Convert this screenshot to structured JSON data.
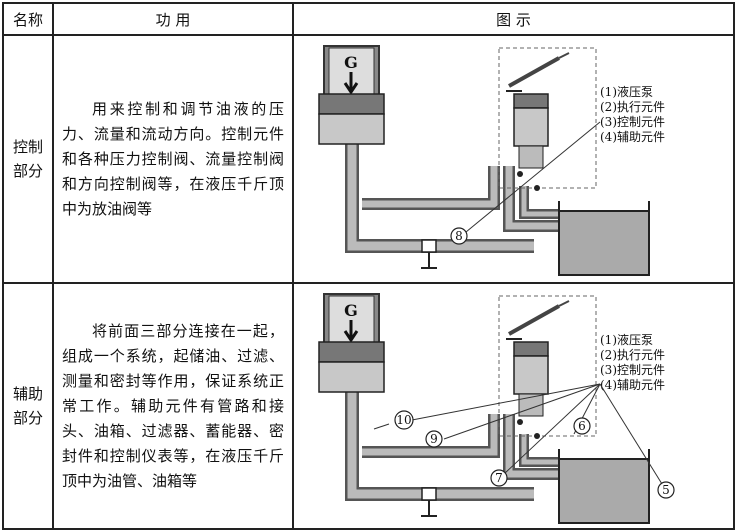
{
  "header": {
    "col1": "名称",
    "col2": "功 用",
    "col3": "图 示"
  },
  "rows": [
    {
      "name_line1": "控制",
      "name_line2": "部分",
      "function": "用来控制和调节油液的压力、流量和流动方向。控制元件和各种压力控制阀、流量控制阀和方向控制阀等，在液压千斤顶中为放油阀等",
      "figure": {
        "weight_label": "G",
        "legend": [
          "(1)液压泵",
          "(2)执行元件",
          "(3)控制元件",
          "(4)辅助元件"
        ],
        "callouts": [
          "8"
        ]
      }
    },
    {
      "name_line1": "辅助",
      "name_line2": "部分",
      "function": "将前面三部分连接在一起，组成一个系统，起储油、过滤、测量和密封等作用，保证系统正常工作。辅助元件有管路和接头、油箱、过滤器、蓄能器、密封件和控制仪表等，在液压千斤顶中为油管、油箱等",
      "figure": {
        "weight_label": "G",
        "legend": [
          "(1)液压泵",
          "(2)执行元件",
          "(3)控制元件",
          "(4)辅助元件"
        ],
        "callouts": [
          "10",
          "9",
          "6",
          "7",
          "5"
        ]
      }
    }
  ]
}
